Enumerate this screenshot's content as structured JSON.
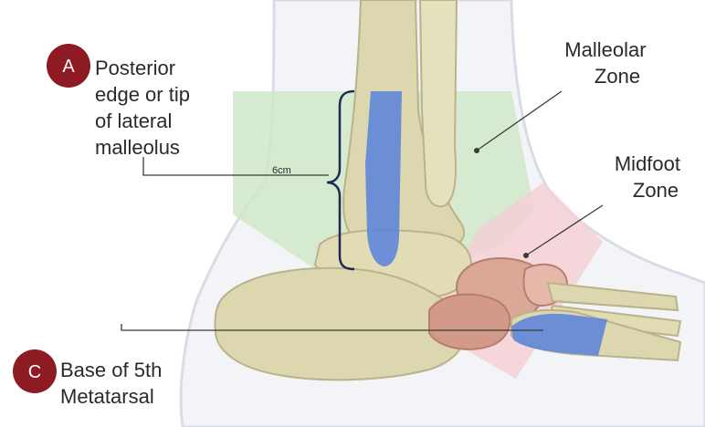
{
  "labels": {
    "marker_a": {
      "letter": "A",
      "lines": [
        "Posterior",
        "edge or tip",
        "of lateral",
        "malleolus"
      ]
    },
    "marker_c": {
      "letter": "C",
      "lines": [
        "Base of 5th",
        "Metatarsal"
      ]
    },
    "malleolar_zone": {
      "lines": [
        "Malleolar",
        "Zone"
      ]
    },
    "midfoot_zone": {
      "lines": [
        "Midfoot",
        "Zone"
      ]
    },
    "measurement": "6cm"
  },
  "colors": {
    "badge": "#8e1b24",
    "malleolar_zone_fill": "#cfe8c8",
    "midfoot_zone_fill": "#f3d0d6",
    "palpation_area": "#5f86d8",
    "bone": "#ddd7b0",
    "bone_shadow": "#b9b28a",
    "tarsal_pink": "#dba797",
    "skin_outline": "#d9dce4"
  }
}
